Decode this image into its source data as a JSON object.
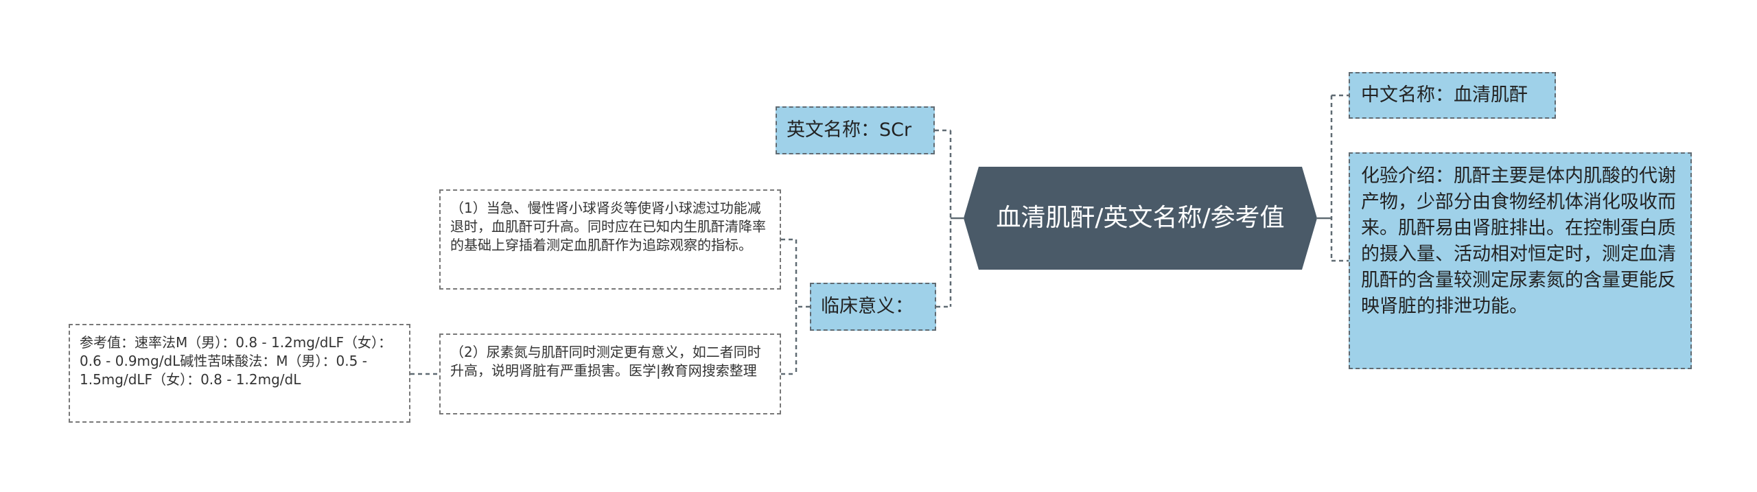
{
  "central": {
    "title": "血清肌酐/英文名称/参考值"
  },
  "left": {
    "english_name": "英文名称：SCr",
    "clinical": "临床意义：",
    "clinical_items": [
      "（1）当急、慢性肾小球肾炎等使肾小球滤过功能减退时，血肌酐可升高。同时应在已知内生肌酐清降率的基础上穿插着测定血肌酐作为追踪观察的指标。",
      "（2）尿素氮与肌酐同时测定更有意义，如二者同时升高，说明肾脏有严重损害。医学|教育网搜索整理"
    ],
    "reference": "参考值：速率法M（男）：0.8 - 1.2mg/dLF（女）：0.6 - 0.9mg/dL碱性苦味酸法：M（男）：0.5 - 1.5mg/dLF（女）：0.8 - 1.2mg/dL"
  },
  "right": {
    "chinese_name": "中文名称：血清肌酐",
    "intro": "化验介绍：肌酐主要是体内肌酸的代谢产物，少部分由食物经机体消化吸收而来。肌酐易由肾脏排出。在控制蛋白质的摄入量、活动相对恒定时，测定血清肌酐的含量较测定尿素氮的含量更能反映肾脏的排泄功能。"
  },
  "colors": {
    "central_fill": "#4a5a68",
    "branch_fill": "#9fd1e9",
    "line": "#5f6a72"
  }
}
